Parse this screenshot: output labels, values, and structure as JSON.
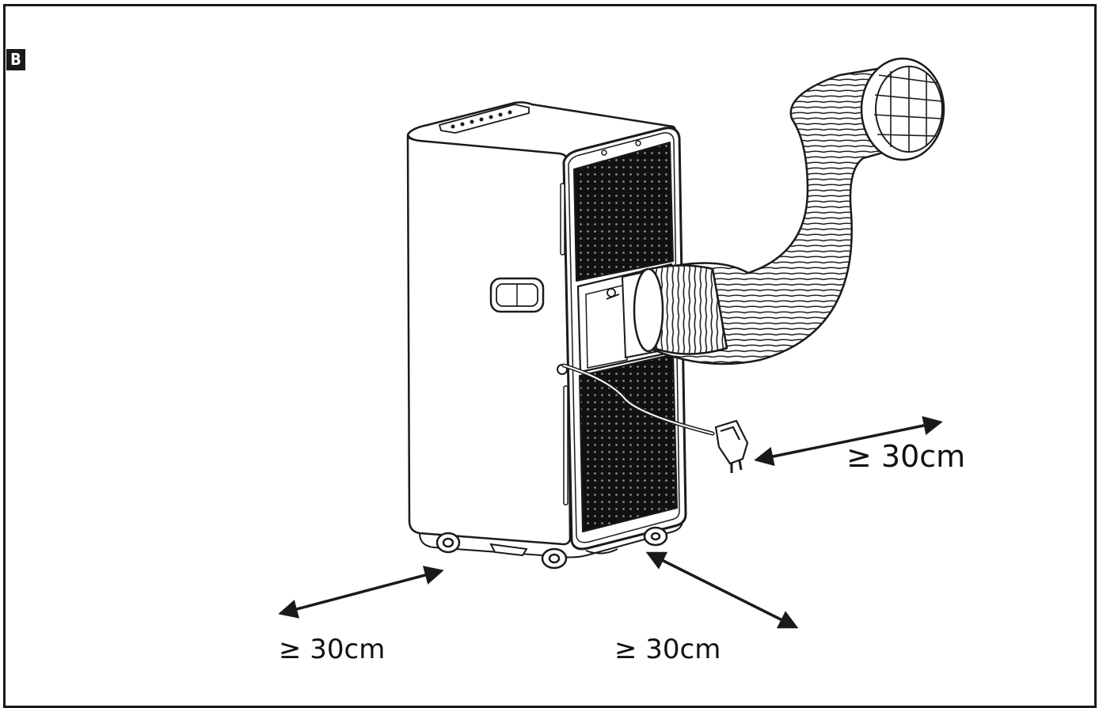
{
  "badge": "B",
  "clearances": {
    "right": "≥ 30cm",
    "left": "≥ 30cm",
    "center": "≥ 30cm"
  },
  "colors": {
    "line": "#1a1a1a",
    "grille": "#111111",
    "background": "#ffffff"
  }
}
